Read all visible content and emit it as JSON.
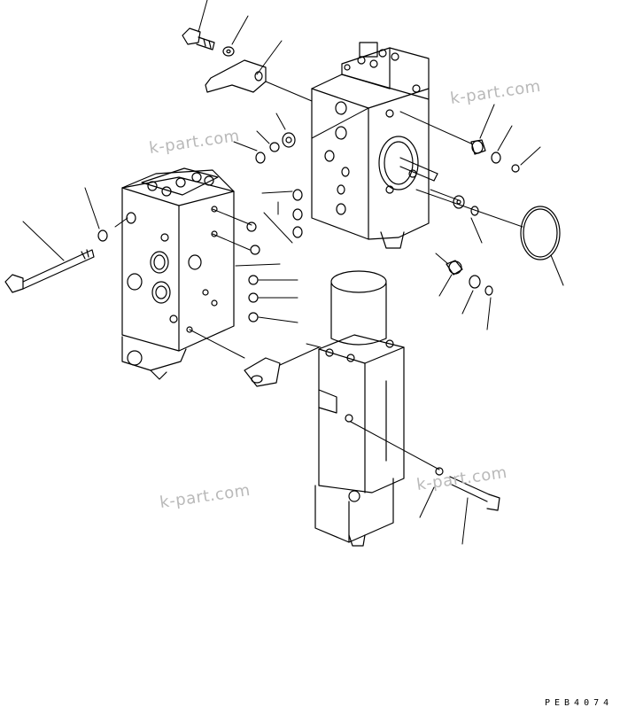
{
  "watermarks": [
    "k-part.com",
    "k-part.com",
    "k-part.com",
    "k-part.com"
  ],
  "drawing_code": "PEB4074",
  "colors": {
    "line": "#000000",
    "watermark": "#b9b9b9",
    "background": "#ffffff"
  }
}
